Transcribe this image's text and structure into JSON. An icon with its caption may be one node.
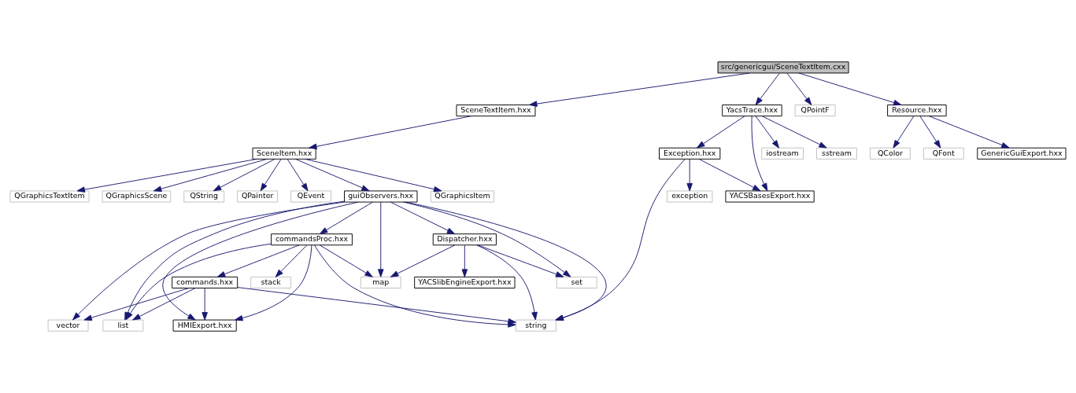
{
  "diagram": {
    "nodes": [
      {
        "text": [
          "src/genericgui/SceneTextItem.cxx"
        ]
      },
      {
        "text": [
          "SceneTextItem.hxx"
        ]
      },
      {
        "text": [
          "QPointF"
        ]
      },
      {
        "text": [
          "Resource.hxx"
        ]
      },
      {
        "text": [
          "YacsTrace.hxx"
        ]
      },
      {
        "text": [
          "SceneItem.hxx"
        ]
      },
      {
        "text": [
          "GenericGuiExport.hxx"
        ]
      },
      {
        "text": [
          "QColor"
        ]
      },
      {
        "text": [
          "QFont"
        ]
      },
      {
        "text": [
          "Exception.hxx"
        ]
      },
      {
        "text": [
          "iostream"
        ]
      },
      {
        "text": [
          "sstream"
        ]
      },
      {
        "text": [
          "QGraphicsScene"
        ]
      },
      {
        "text": [
          "QString"
        ]
      },
      {
        "text": [
          "QPainter"
        ]
      },
      {
        "text": [
          "QEvent"
        ]
      },
      {
        "text": [
          "guiObservers.hxx"
        ]
      },
      {
        "text": [
          "QGraphicsItem"
        ]
      },
      {
        "text": [
          "QGraphicsTextItem"
        ]
      },
      {
        "text": [
          "YACSBasesExport.hxx"
        ]
      },
      {
        "text": [
          "exception"
        ]
      },
      {
        "text": [
          "commandsProc.hxx"
        ]
      },
      {
        "text": [
          "Dispatcher.hxx"
        ]
      },
      {
        "text": [
          "commands.hxx"
        ]
      },
      {
        "text": [
          "stack"
        ]
      },
      {
        "text": [
          "map"
        ]
      },
      {
        "text": [
          "YACSlibEngineExport.hxx"
        ]
      },
      {
        "text": [
          "set"
        ]
      },
      {
        "text": [
          "vector"
        ]
      },
      {
        "text": [
          "HMIExport.hxx"
        ]
      },
      {
        "text": [
          "list"
        ]
      },
      {
        "text": [
          "string"
        ]
      }
    ],
    "edges": [
      {
        "from": 0,
        "to": 1,
        "arrow": "to"
      },
      {
        "from": 0,
        "to": 2,
        "arrow": "to"
      },
      {
        "from": 0,
        "to": 3,
        "arrow": "to"
      },
      {
        "from": 0,
        "to": 4,
        "arrow": "to"
      },
      {
        "from": 1,
        "to": 5,
        "arrow": "to"
      },
      {
        "from": 3,
        "to": 6,
        "arrow": "to"
      },
      {
        "from": 3,
        "to": 7,
        "arrow": "to"
      },
      {
        "from": 3,
        "to": 8,
        "arrow": "to"
      },
      {
        "from": 4,
        "to": 19,
        "arrow": "to"
      },
      {
        "from": 4,
        "to": 9,
        "arrow": "to"
      },
      {
        "from": 4,
        "to": 10,
        "arrow": "to"
      },
      {
        "from": 4,
        "to": 11,
        "arrow": "to"
      },
      {
        "from": 9,
        "to": 19,
        "arrow": "to"
      },
      {
        "from": 9,
        "to": 31,
        "arrow": "to"
      },
      {
        "from": 9,
        "to": 20,
        "arrow": "to"
      },
      {
        "from": 5,
        "to": 12,
        "arrow": "to"
      },
      {
        "from": 5,
        "to": 13,
        "arrow": "to"
      },
      {
        "from": 5,
        "to": 14,
        "arrow": "to"
      },
      {
        "from": 5,
        "to": 15,
        "arrow": "to"
      },
      {
        "from": 5,
        "to": 16,
        "arrow": "to"
      },
      {
        "from": 5,
        "to": 17,
        "arrow": "to"
      },
      {
        "from": 5,
        "to": 18,
        "arrow": "to"
      },
      {
        "from": 16,
        "to": 28,
        "arrow": "to"
      },
      {
        "from": 16,
        "to": 29,
        "arrow": "to"
      },
      {
        "from": 16,
        "to": 30,
        "arrow": "to"
      },
      {
        "from": 16,
        "to": 21,
        "arrow": "to"
      },
      {
        "from": 16,
        "to": 25,
        "arrow": "to"
      },
      {
        "from": 16,
        "to": 22,
        "arrow": "to"
      },
      {
        "from": 16,
        "to": 27,
        "arrow": "to"
      },
      {
        "from": 16,
        "to": 31,
        "arrow": "to"
      },
      {
        "from": 21,
        "to": 29,
        "arrow": "to"
      },
      {
        "from": 21,
        "to": 30,
        "arrow": "to"
      },
      {
        "from": 21,
        "to": 23,
        "arrow": "to"
      },
      {
        "from": 21,
        "to": 24,
        "arrow": "to"
      },
      {
        "from": 21,
        "to": 25,
        "arrow": "to"
      },
      {
        "from": 21,
        "to": 31,
        "arrow": "to"
      },
      {
        "from": 22,
        "to": 25,
        "arrow": "to"
      },
      {
        "from": 22,
        "to": 31,
        "arrow": "to"
      },
      {
        "from": 22,
        "to": 26,
        "arrow": "to"
      },
      {
        "from": 22,
        "to": 27,
        "arrow": "to"
      },
      {
        "from": 23,
        "to": 28,
        "arrow": "to"
      },
      {
        "from": 23,
        "to": 29,
        "arrow": "to"
      },
      {
        "from": 23,
        "to": 30,
        "arrow": "to"
      },
      {
        "from": 23,
        "to": 31,
        "arrow": "to"
      }
    ]
  }
}
